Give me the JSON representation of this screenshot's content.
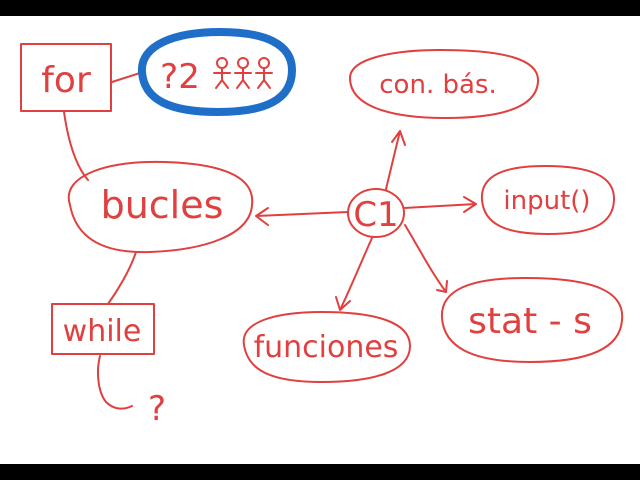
{
  "diagram": {
    "colors": {
      "ink": "#e0403f",
      "highlight": "#1f6fc9",
      "background": "#ffffff",
      "letterbox": "#000000"
    },
    "nodes": {
      "center": "C1",
      "loops": "bucles",
      "for": "for",
      "for_question": "?2",
      "while": "while",
      "while_question": "?",
      "basics": "con. bás.",
      "input": "input()",
      "stats": "stat - s",
      "functions": "funciones"
    },
    "icons": {
      "for_annotation": "three-people-icon"
    }
  }
}
